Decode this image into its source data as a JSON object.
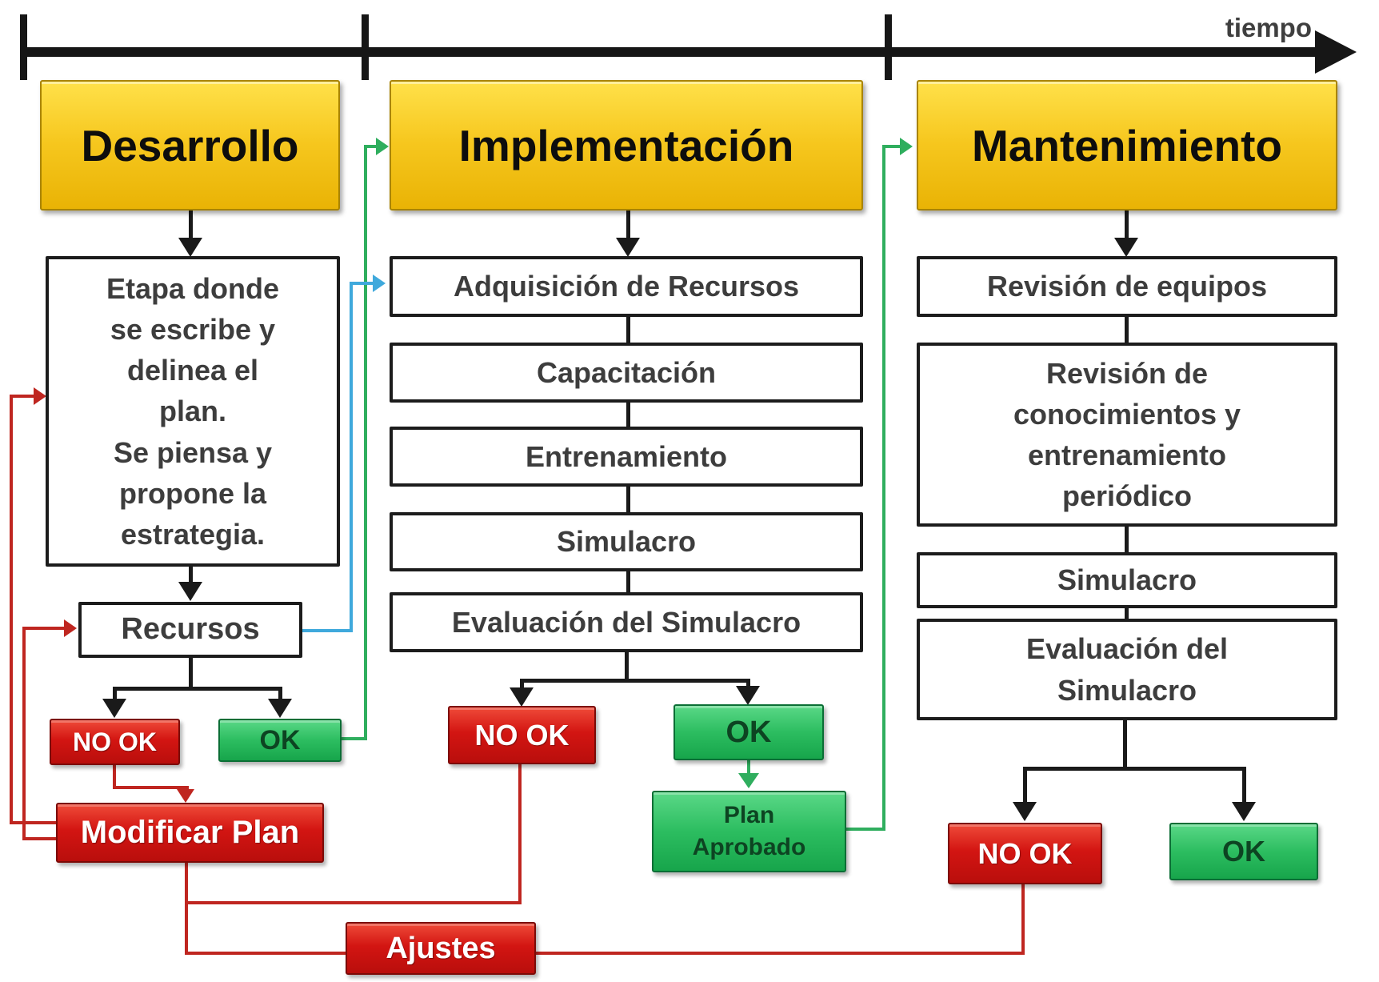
{
  "timeline": {
    "label": "tiempo"
  },
  "desarrollo": {
    "header": "Desarrollo",
    "etapa_text": "Etapa donde\nse escribe y\ndelinea el\nplan.\nSe piensa y\npropone la\nestrategia.",
    "recursos": "Recursos",
    "no_ok": "NO OK",
    "ok": "OK",
    "modificar_plan": "Modificar Plan"
  },
  "implementacion": {
    "header": "Implementación",
    "steps": [
      "Adquisición de Recursos",
      "Capacitación",
      "Entrenamiento",
      "Simulacro",
      "Evaluación del Simulacro"
    ],
    "no_ok": "NO OK",
    "ok": "OK",
    "plan_aprobado": "Plan\nAprobado"
  },
  "mantenimiento": {
    "header": "Mantenimiento",
    "steps": [
      "Revisión de equipos",
      "Revisión de\nconocimientos y\nentrenamiento\nperiódico",
      "Simulacro",
      "Evaluación del\nSimulacro"
    ],
    "no_ok": "NO OK",
    "ok": "OK"
  },
  "ajustes": "Ajustes",
  "palette": {
    "phase_fill": "#f6c71e",
    "fail_fill": "#d31512",
    "pass_fill": "#2cbd60",
    "flow_black": "#1a1a1a",
    "feedback_red": "#bf2620",
    "advance_green": "#2fae5e",
    "resource_blue": "#3fa9dc"
  }
}
